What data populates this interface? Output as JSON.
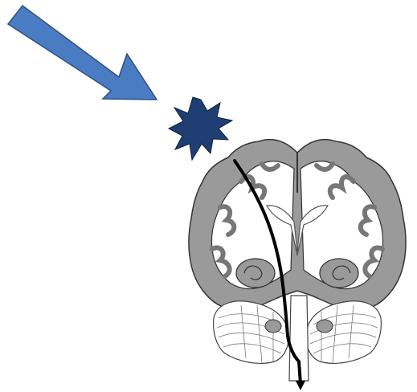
{
  "figure": {
    "elements": [
      {
        "id": "impact-arrow",
        "icon": "large-arrow-icon",
        "color": "#4a7cc4",
        "outline": "#2f4f80"
      },
      {
        "id": "impact-burst",
        "icon": "starburst-icon",
        "color": "#1f3f73",
        "outline": "#111111"
      },
      {
        "id": "brain-section",
        "icon": "brain-coronal-section-icon",
        "cortex_color": "#9a9a9a",
        "white_matter_color": "#ffffff",
        "outline": "#333333"
      },
      {
        "id": "tract-line",
        "icon": "descending-pathway-arrow-icon",
        "color": "#000000"
      }
    ]
  }
}
